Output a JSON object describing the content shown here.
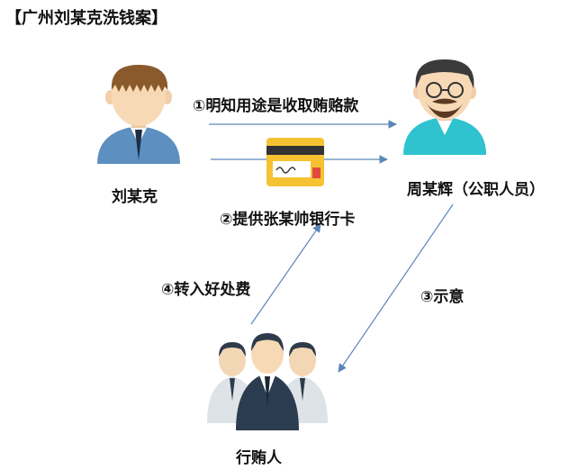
{
  "title": "【广州刘某克洗钱案】",
  "people": {
    "liu": "刘某克",
    "zhou": "周某辉（公职人员）",
    "briber": "行贿人"
  },
  "steps": {
    "step1": "①明知用途是收取贿赂款",
    "step2": "②提供张某帅银行卡",
    "step3": "③示意",
    "step4": "④转入好处费"
  },
  "colors": {
    "arrow": "#5b86b8",
    "card": "#f5c232",
    "shirt_liu": "#5d8fc0",
    "shirt_zhou": "#2fc3cf",
    "suit": "#2c3c50",
    "skin": "#f7d9b6",
    "hair": "#8a5a2c"
  },
  "icons": [
    "man-icon",
    "bearded-man-icon",
    "bank-card-icon",
    "group-icon"
  ]
}
